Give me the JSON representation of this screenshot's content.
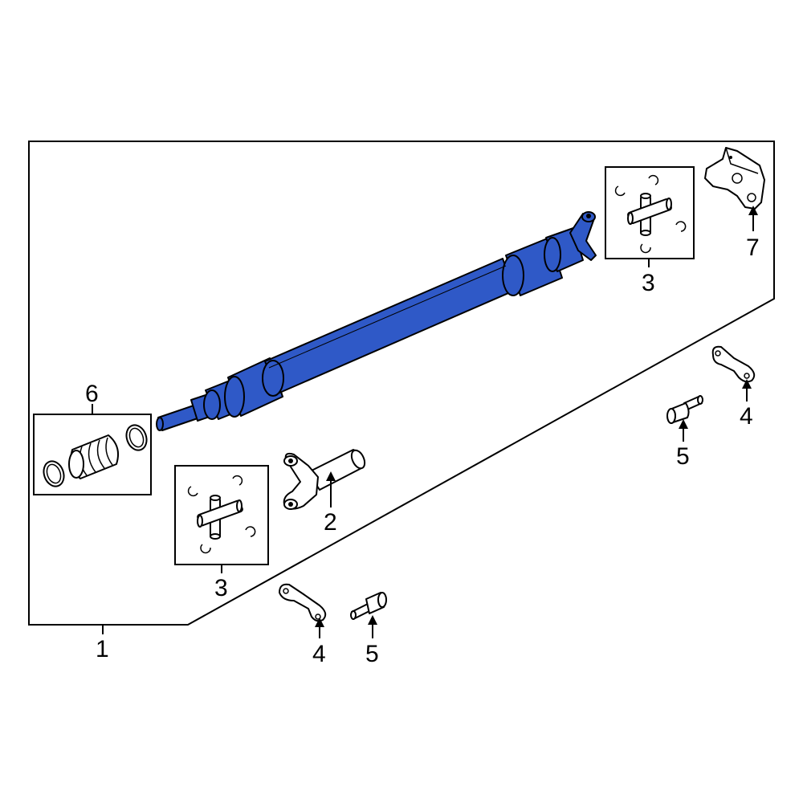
{
  "callouts": {
    "c1": "1",
    "c2": "2",
    "c3a": "3",
    "c3b": "3",
    "c4a": "4",
    "c4b": "4",
    "c5a": "5",
    "c5b": "5",
    "c6": "6",
    "c7": "7"
  },
  "colors": {
    "highlight": "#2f59c7",
    "line": "#000000",
    "background": "#ffffff"
  }
}
